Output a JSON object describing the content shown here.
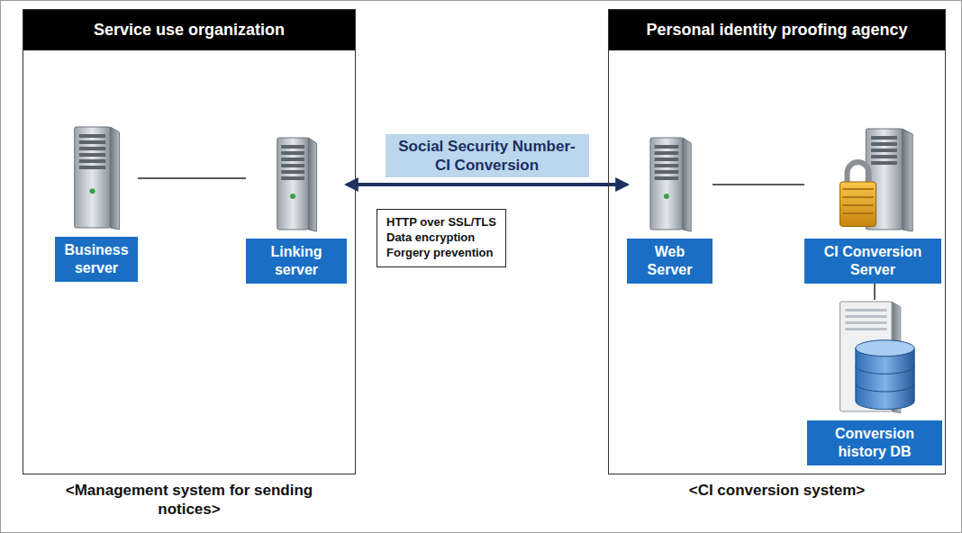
{
  "diagram": {
    "nodes": [
      {
        "text": [
          "Service use organization",
          "<Management system for sending notices>"
        ]
      },
      {
        "text": [
          "Business server"
        ],
        "in": 0
      },
      {
        "text": [
          "Linking server"
        ],
        "in": 0
      },
      {
        "text": [
          "Personal identity proofing agency",
          "<CI conversion system>"
        ]
      },
      {
        "text": [
          "Web Server"
        ],
        "in": 3
      },
      {
        "text": [
          "CI Conversion Server"
        ],
        "in": 3
      },
      {
        "text": [
          "Conversion history DB"
        ],
        "in": 3
      },
      {
        "text": [
          "HTTP over SSL/TLS",
          "Data encryption",
          "Forgery prevention"
        ]
      }
    ],
    "edges": [
      {
        "from": 1,
        "to": 2,
        "arrow": "none"
      },
      {
        "from": 2,
        "to": 4,
        "label": "Social Security Number-CI Conversion",
        "arrow": "both"
      },
      {
        "from": 4,
        "to": 5,
        "arrow": "none"
      },
      {
        "from": 5,
        "to": 6,
        "arrow": "none"
      }
    ]
  }
}
